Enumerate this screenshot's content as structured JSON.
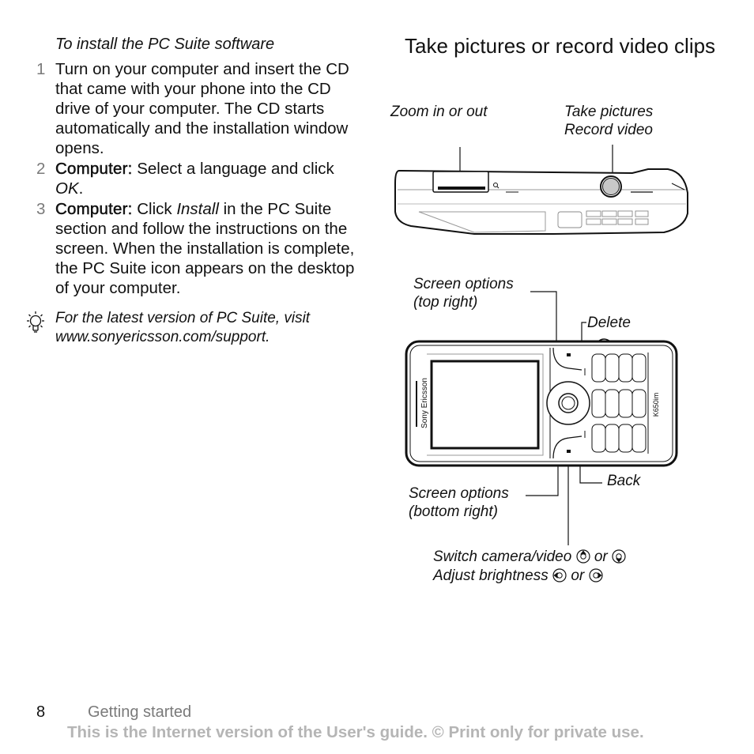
{
  "install": {
    "heading": "To install the PC Suite software",
    "steps": [
      {
        "num": "1",
        "lead": "",
        "text_html": "Turn on your computer and insert the CD that came with your phone into the CD drive of your computer. The CD starts automatically and the installation window opens."
      },
      {
        "num": "2",
        "lead": "Computer:",
        "text_html": " Select a language and click <i>OK</i>."
      },
      {
        "num": "3",
        "lead": "Computer:",
        "text_html": " Click <i>Install</i> in the PC Suite section and follow the instructions on the screen. When the installation is complete, the PC Suite icon appears on the desktop of your computer."
      }
    ],
    "tip_text": "For the latest version of PC Suite, visit www.sonyericsson.com/support."
  },
  "camera": {
    "heading": "Take pictures or record video clips",
    "labels": {
      "zoom": "Zoom in or out",
      "take_pictures": "Take pictures",
      "record_video": "Record video",
      "screen_top_1": "Screen options",
      "screen_top_2": "(top right)",
      "delete": "Delete",
      "screen_bottom_1": "Screen options",
      "screen_bottom_2": "(bottom right)",
      "back": "Back",
      "switch_camera": "Switch camera/video",
      "adjust_brightness": "Adjust brightness",
      "or": "or"
    },
    "phone_brand": "Sony Ericsson",
    "phone_model": "K650im"
  },
  "footer": {
    "page_number": "8",
    "section": "Getting started",
    "note": "This is the Internet version of the User's guide. © Print only for private use."
  }
}
